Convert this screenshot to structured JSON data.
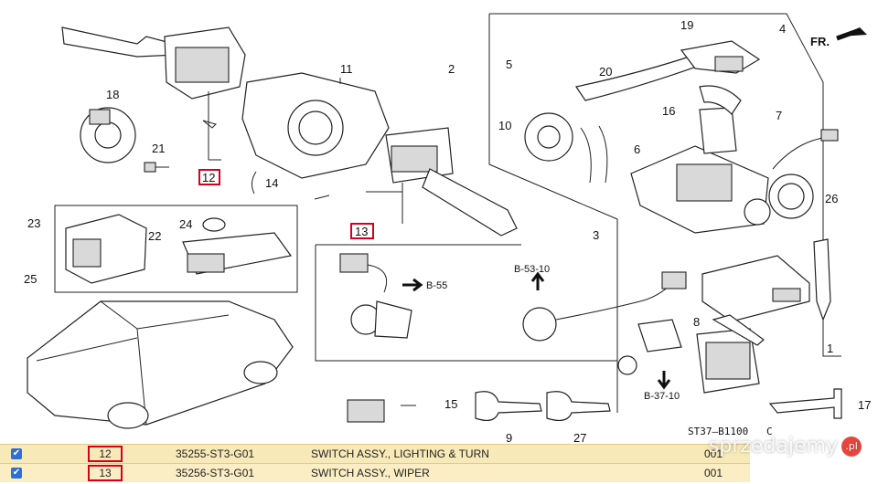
{
  "diagram": {
    "drawing_code": "ST37–B1100",
    "drawing_suffix": "C",
    "fr_label": "FR.",
    "callouts": {
      "n1": "1",
      "n2": "2",
      "n3": "3",
      "n5": "5",
      "n6": "6",
      "n7": "7",
      "n8": "8",
      "n9": "9",
      "n10": "10",
      "n11": "11",
      "n12": "12",
      "n13": "13",
      "n14": "14",
      "n15": "15",
      "n16": "16",
      "n17": "17",
      "n18": "18",
      "n19": "19",
      "n20": "20",
      "n21": "21",
      "n22": "22",
      "n23": "23",
      "n24": "24",
      "n25": "25",
      "n26": "26",
      "n27": "27",
      "n4": "4"
    },
    "refs": {
      "b55": "B-55",
      "b5310": "B-53-10",
      "b3710": "B-37-10"
    }
  },
  "parts_table": {
    "rows": [
      {
        "checked": true,
        "ref": "12",
        "part_number": "35255-ST3-G01",
        "description": "SWITCH ASSY., LIGHTING & TURN",
        "qty": "001"
      },
      {
        "checked": true,
        "ref": "13",
        "part_number": "35256-ST3-G01",
        "description": "SWITCH ASSY., WIPER",
        "qty": "001"
      }
    ]
  },
  "watermark": {
    "text": "sprzedajemy",
    "badge": ".pl"
  }
}
